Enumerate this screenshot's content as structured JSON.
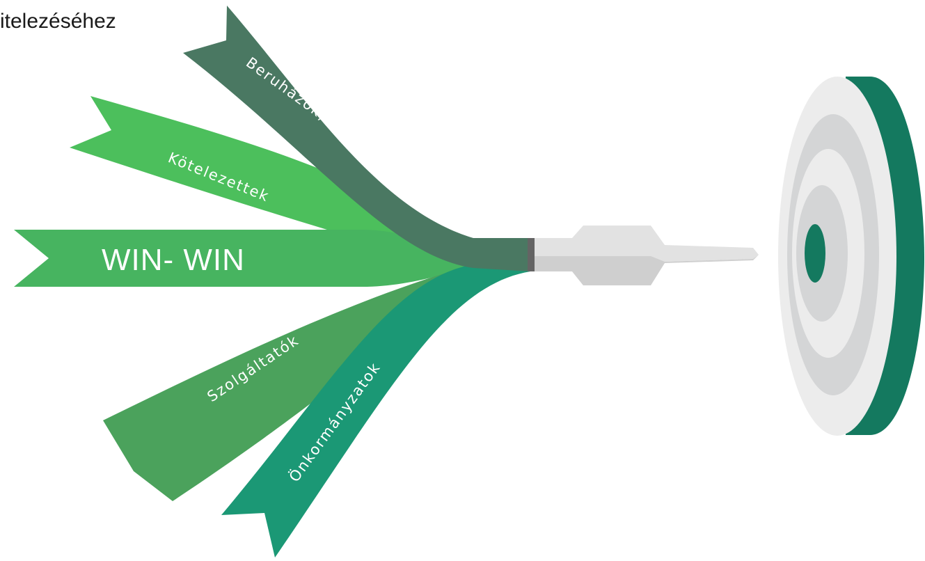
{
  "heading": "itelezéséhez",
  "ribbons": {
    "beruhazok": {
      "label": "Beruházók, első jogosultak",
      "color": "#4a7862"
    },
    "kotelezettek": {
      "label": "Kötelezettek",
      "color": "#4cbf5c"
    },
    "winwin": {
      "label": "WIN- WIN",
      "color": "#47b460"
    },
    "szolgaltatok": {
      "label": "Szolgáltatók",
      "color": "#4ba25c"
    },
    "onkormanyzatok": {
      "label": "Önkormányzatok",
      "color": "#1b9875"
    }
  },
  "colors": {
    "target_rim": "#14795f",
    "target_light": "#ececec",
    "target_mid": "#d4d5d6",
    "target_center": "#14795f",
    "dart_body": "#e2e2e2",
    "dart_shade": "#cfcfcf",
    "dart_collar": "#646464"
  },
  "icons": {
    "dart": "dart-icon",
    "target": "target-icon"
  }
}
